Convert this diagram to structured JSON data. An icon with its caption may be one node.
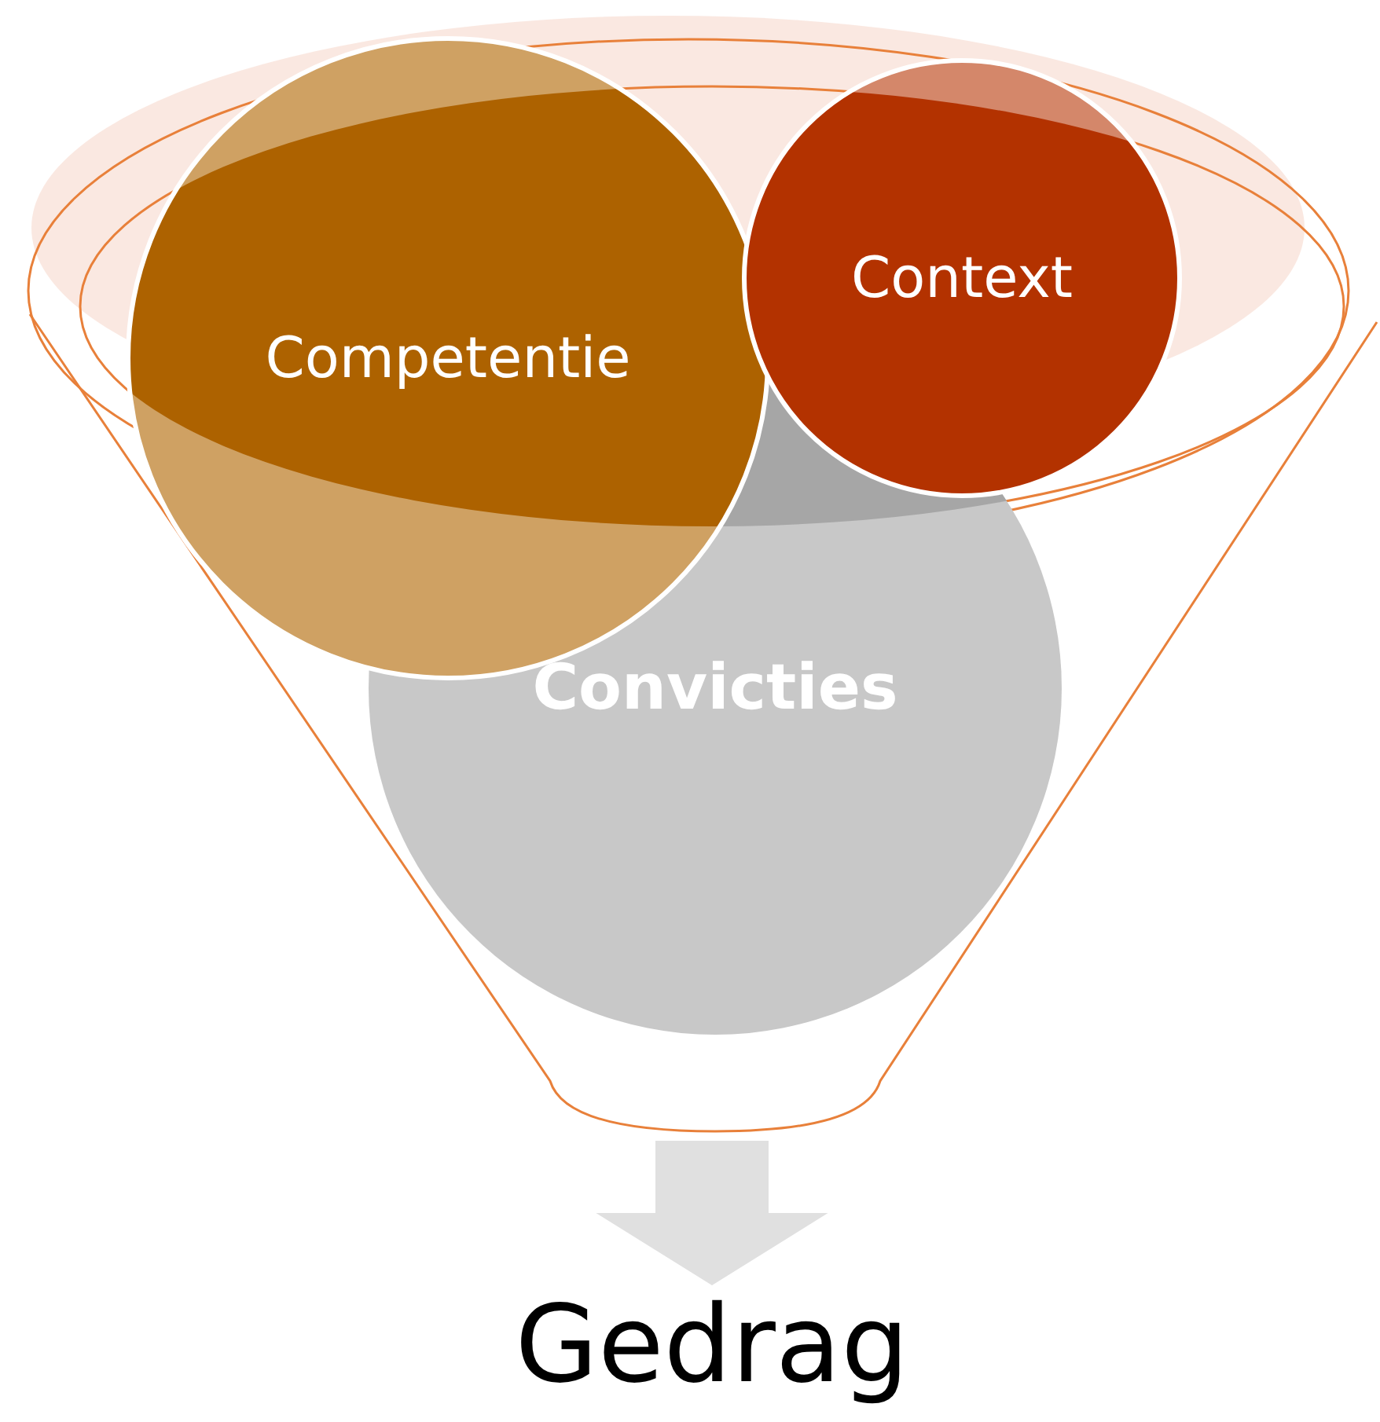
{
  "diagram": {
    "nodes": [
      {
        "text": [],
        "shape": "funnel"
      },
      {
        "text": [
          "Competentie"
        ],
        "in": 0
      },
      {
        "text": [
          "Context"
        ],
        "in": 0
      },
      {
        "text": [
          "Convicties"
        ],
        "in": 0
      },
      {
        "text": [
          "Gedrag"
        ]
      }
    ],
    "edges": [
      {
        "from": 0,
        "to": 4,
        "arrow": "to",
        "style": "thick",
        "color": "#e0e0e0"
      }
    ]
  }
}
